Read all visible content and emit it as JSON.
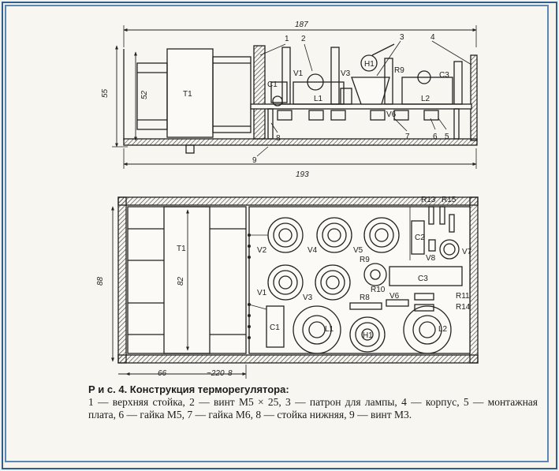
{
  "top_view": {
    "dims": {
      "width_top": "187",
      "width_bottom": "193",
      "height_outer": "55",
      "height_inner": "52"
    },
    "transformer": "T1",
    "components": [
      "C1",
      "V1",
      "V3",
      "L1",
      "H1",
      "R9",
      "V6",
      "C3",
      "L2"
    ],
    "callouts": [
      "1",
      "2",
      "3",
      "4",
      "5",
      "6",
      "7",
      "8",
      "9"
    ]
  },
  "bottom_view": {
    "dims": {
      "height_outer": "88",
      "height_inner": "82",
      "width_left": "66",
      "width_approx": "~220",
      "width_approx_suffix": "8"
    },
    "transformer": "T1",
    "components": [
      "V2",
      "V4",
      "V5",
      "C2",
      "V8",
      "V7",
      "R13",
      "R15",
      "R9",
      "R10",
      "C3",
      "V1",
      "V3",
      "R8",
      "V6",
      "R11",
      "R14",
      "C1",
      "L1",
      "H1",
      "L2"
    ]
  },
  "caption": {
    "title": "Р и с. 4. Конструкция терморегулятора:",
    "legend": "1 — верхняя стойка, 2 — винт М5 × 25, 3 — патрон для лампы, 4 — корпус, 5 — монтажная плата, 6 — гайка М5, 7 — гайка М6, 8 — стойка нижняя, 9 — винт М3."
  },
  "colors": {
    "frame": "#2f5f8f",
    "ink": "#222222",
    "paper": "#f8f6f0"
  }
}
